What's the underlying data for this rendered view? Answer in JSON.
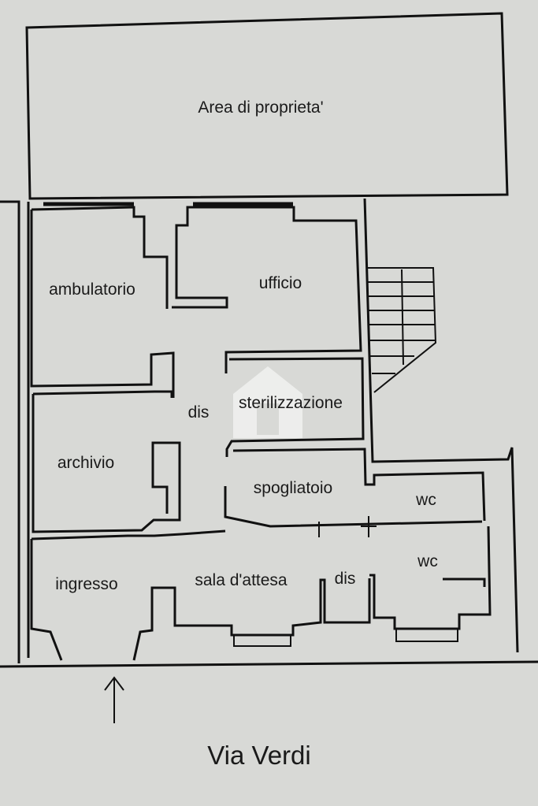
{
  "labels": {
    "area": "Area di proprieta'",
    "ambulatorio": "ambulatorio",
    "ufficio": "ufficio",
    "sterilizzazione": "sterilizzazione",
    "dis_top": "dis",
    "archivio": "archivio",
    "spogliatoio": "spogliatoio",
    "wc_top": "wc",
    "wc_bottom": "wc",
    "ingresso": "ingresso",
    "sala_attesa": "sala d'attesa",
    "dis_bottom": "dis",
    "street": "Via Verdi"
  },
  "colors": {
    "background": "#d8d9d6",
    "lines": "#111111"
  },
  "icons": {
    "entrance": "arrow-up-icon",
    "watermark": "home-watermark-icon"
  }
}
